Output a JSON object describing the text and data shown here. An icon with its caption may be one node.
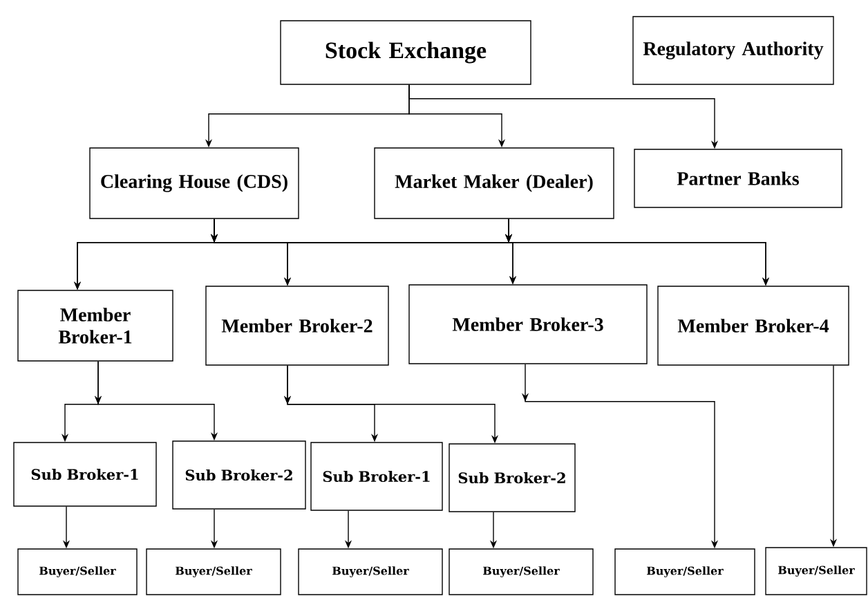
{
  "diagram": {
    "nodes": [
      {
        "text": [
          "Stock Exchange"
        ]
      },
      {
        "text": [
          "Regulatory Authority"
        ]
      },
      {
        "text": [
          "Clearing House (CDS)"
        ]
      },
      {
        "text": [
          "Market Maker (Dealer)"
        ]
      },
      {
        "text": [
          "Partner Banks"
        ]
      },
      {
        "text": [
          "Member Broker-1"
        ]
      },
      {
        "text": [
          "Member Broker-2"
        ]
      },
      {
        "text": [
          "Member Broker-3"
        ]
      },
      {
        "text": [
          "Member Broker-4"
        ]
      },
      {
        "text": [
          "Sub Broker-1"
        ]
      },
      {
        "text": [
          "Sub Broker-2"
        ]
      },
      {
        "text": [
          "Sub Broker-1"
        ]
      },
      {
        "text": [
          "Sub Broker-2"
        ]
      },
      {
        "text": [
          "Buyer/Seller"
        ]
      },
      {
        "text": [
          "Buyer/Seller"
        ]
      },
      {
        "text": [
          "Buyer/Seller"
        ]
      },
      {
        "text": [
          "Buyer/Seller"
        ]
      },
      {
        "text": [
          "Buyer/Seller"
        ]
      },
      {
        "text": [
          "Buyer/Seller"
        ]
      }
    ],
    "edges": [
      {
        "from": 0,
        "to": 2,
        "arrow": "to"
      },
      {
        "from": 0,
        "to": 3,
        "arrow": "to"
      },
      {
        "from": 0,
        "to": 4,
        "arrow": "to"
      },
      {
        "from": 2,
        "to": 5,
        "arrow": "to"
      },
      {
        "from": 2,
        "to": 6,
        "arrow": "to"
      },
      {
        "from": 2,
        "to": 7,
        "arrow": "to"
      },
      {
        "from": 2,
        "to": 8,
        "arrow": "to"
      },
      {
        "from": 3,
        "to": 5,
        "arrow": "to"
      },
      {
        "from": 3,
        "to": 6,
        "arrow": "to"
      },
      {
        "from": 3,
        "to": 7,
        "arrow": "to"
      },
      {
        "from": 3,
        "to": 8,
        "arrow": "to"
      },
      {
        "from": 5,
        "to": 9,
        "arrow": "to"
      },
      {
        "from": 5,
        "to": 10,
        "arrow": "to"
      },
      {
        "from": 6,
        "to": 11,
        "arrow": "to"
      },
      {
        "from": 6,
        "to": 12,
        "arrow": "to"
      },
      {
        "from": 7,
        "to": 17,
        "arrow": "to"
      },
      {
        "from": 8,
        "to": 18,
        "arrow": "to"
      },
      {
        "from": 9,
        "to": 13,
        "arrow": "to"
      },
      {
        "from": 10,
        "to": 14,
        "arrow": "to"
      },
      {
        "from": 11,
        "to": 15,
        "arrow": "to"
      },
      {
        "from": 12,
        "to": 16,
        "arrow": "to"
      }
    ]
  }
}
